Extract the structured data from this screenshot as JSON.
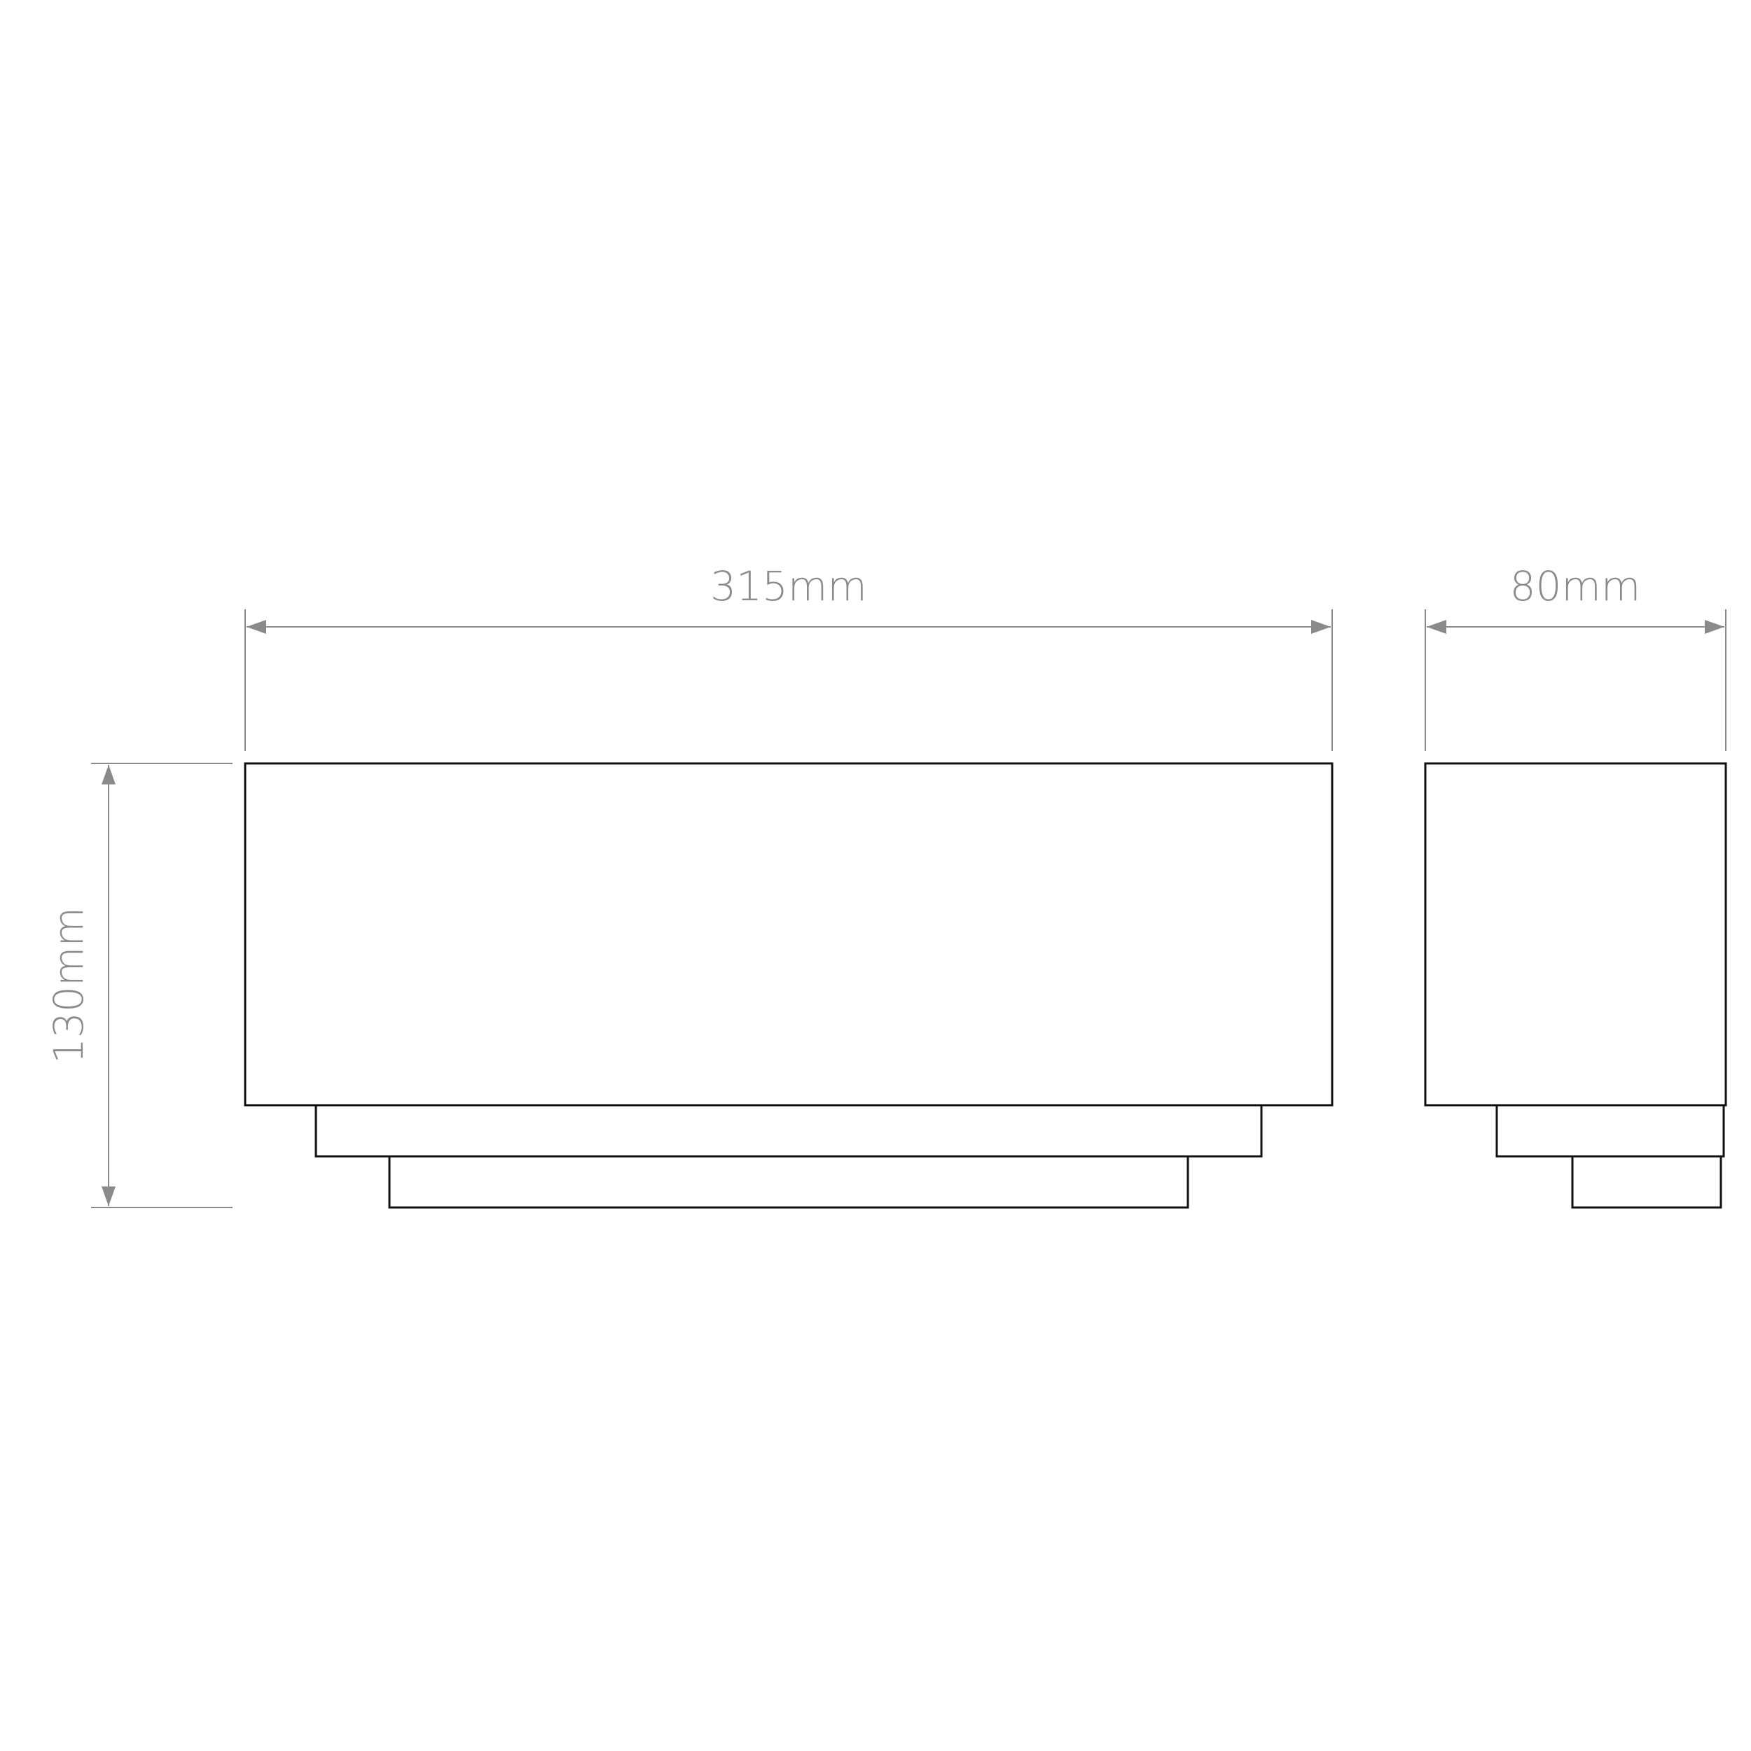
{
  "dimensions": {
    "width_label": "315mm",
    "depth_label": "80mm",
    "height_label": "130mm"
  },
  "colors": {
    "outline": "#111111",
    "dimension": "#8a8a8a",
    "background": "#ffffff"
  }
}
